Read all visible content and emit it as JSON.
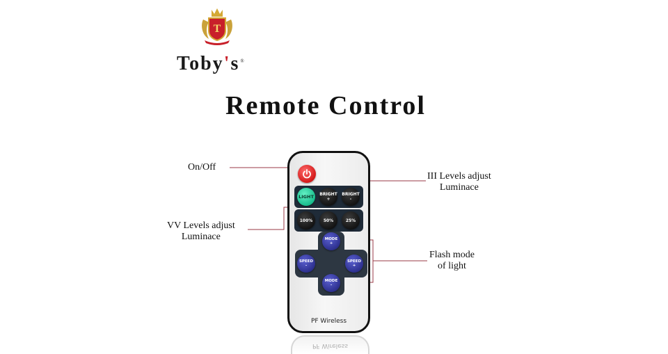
{
  "brand": {
    "name": "Toby",
    "apostrophe": "'",
    "suffix": "s",
    "reg": "®",
    "crest_letter": "T"
  },
  "title": "Remote Control",
  "callouts": {
    "on_off": "On/Off",
    "iii_levels_line1": "III Levels adjust",
    "iii_levels_line2": "Luminace",
    "vv_levels_line1": "VV Levels adjust",
    "vv_levels_line2": "Luminace",
    "flash_line1": "Flash mode",
    "flash_line2": "of light"
  },
  "remote": {
    "row1": {
      "light": "LIGHT",
      "bright_up_1": "BRIGHT",
      "bright_up_2": "+",
      "bright_down_1": "BRIGHT",
      "bright_down_2": "-"
    },
    "row2": {
      "b100": "100%",
      "b50": "50%",
      "b25": "25%"
    },
    "dpad": {
      "mode_up_1": "MODE",
      "mode_up_2": "+",
      "speed_down_1": "SPEED",
      "speed_down_2": "-",
      "speed_up_1": "SPEED",
      "speed_up_2": "+",
      "mode_down_1": "MODE",
      "mode_down_2": "-"
    },
    "label": "PF  Wireless",
    "reflection": "PF  Wireless"
  },
  "colors": {
    "power": "#d41a1a",
    "light_button": "#14b98a",
    "panel": "#1f2b38",
    "dpad_button": "#2a2d8a",
    "callout_line": "#9a3a44"
  }
}
